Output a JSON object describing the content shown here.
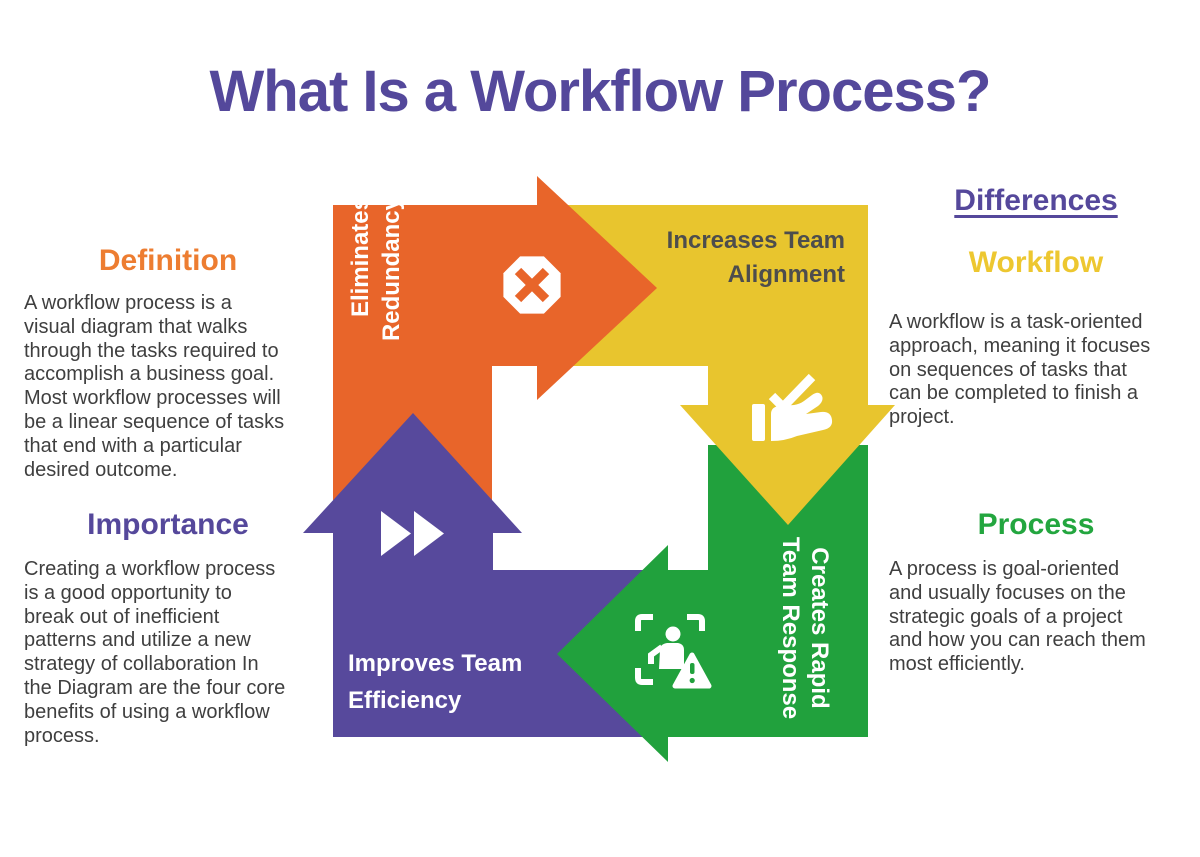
{
  "title": "What Is a Workflow Process?",
  "sections": {
    "definition": {
      "heading": "Definition",
      "body": "A workflow process is a\nvisual diagram that walks\nthrough the tasks required to\naccomplish a business goal.\nMost workflow processes will\nbe a linear sequence of tasks\nthat end with a particular\ndesired outcome."
    },
    "importance": {
      "heading": "Importance",
      "body": "Creating a workflow process\nis a good opportunity to\nbreak out of inefficient\npatterns and utilize a new\nstrategy of collaboration In\nthe Diagram are the four core\nbenefits of using a workflow\nprocess."
    },
    "differences": {
      "heading": "Differences"
    },
    "workflow": {
      "heading": "Workflow",
      "body": "A workflow is a task-oriented\napproach, meaning it focuses\non sequences of tasks that\ncan be completed to finish a\nproject."
    },
    "process": {
      "heading": "Process",
      "body": "A process is goal-oriented\nand usually focuses on the\nstrategic goals of a project\nand how you can reach them\nmost efficiently."
    }
  },
  "diagram": {
    "arrows": [
      {
        "name": "eliminates-redundancy",
        "direction": "right",
        "color": "#E8652A",
        "icon": "x-octagon",
        "label": [
          "Eliminates",
          "Redundancy"
        ]
      },
      {
        "name": "increases-team-alignment",
        "direction": "down",
        "color": "#E8C52E",
        "icon": "hand-check",
        "label": [
          "Increases Team",
          "Alignment"
        ]
      },
      {
        "name": "creates-rapid-team-response",
        "direction": "left",
        "color": "#21A13D",
        "icon": "person-alert",
        "label": [
          "Creates Rapid",
          "Team Response"
        ]
      },
      {
        "name": "improves-team-efficiency",
        "direction": "up",
        "color": "#57499C",
        "icon": "fast-forward",
        "label": [
          "Improves Team",
          "Efficiency"
        ]
      }
    ]
  },
  "colors": {
    "title_purple": "#54489B",
    "heading_orange": "#ED7D31",
    "heading_purple": "#55489B",
    "heading_yellow": "#EDC730",
    "heading_green": "#23A63F",
    "arrow_orange": "#E8652A",
    "arrow_yellow": "#E8C52E",
    "arrow_green": "#21A13D",
    "arrow_purple": "#57499C",
    "body_text": "#3F3F3F",
    "yellow_label_text": "#4D4D4D",
    "background": "#FFFFFF"
  }
}
